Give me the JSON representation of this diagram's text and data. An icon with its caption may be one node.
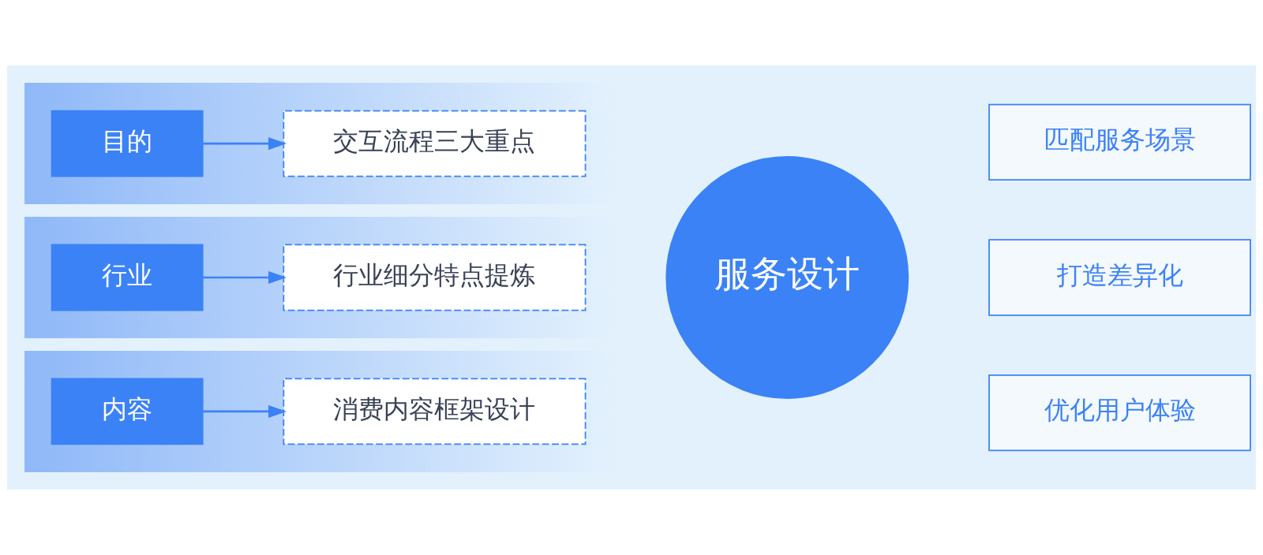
{
  "diagram": {
    "nodes": [
      {
        "text": [],
        "shape": "bar"
      },
      {
        "text": [
          "目的"
        ],
        "in": 0
      },
      {
        "text": [
          "交互流程三大重点"
        ],
        "in": 0
      },
      {
        "text": [],
        "shape": "bar"
      },
      {
        "text": [
          "行业"
        ],
        "in": 3
      },
      {
        "text": [
          "行业细分特点提炼"
        ],
        "in": 3
      },
      {
        "text": [],
        "shape": "bar"
      },
      {
        "text": [
          "内容"
        ],
        "in": 6
      },
      {
        "text": [
          "消费内容框架设计"
        ],
        "in": 6
      },
      {
        "text": [
          "服务设计"
        ]
      },
      {
        "text": [
          "匹配服务场景"
        ]
      },
      {
        "text": [
          "打造差异化"
        ]
      },
      {
        "text": [
          "优化用户体验"
        ]
      }
    ],
    "edges": [
      {
        "from": 1,
        "to": 2,
        "arrow": "to"
      },
      {
        "from": 4,
        "to": 5,
        "arrow": "to"
      },
      {
        "from": 7,
        "to": 8,
        "arrow": "to"
      }
    ]
  }
}
